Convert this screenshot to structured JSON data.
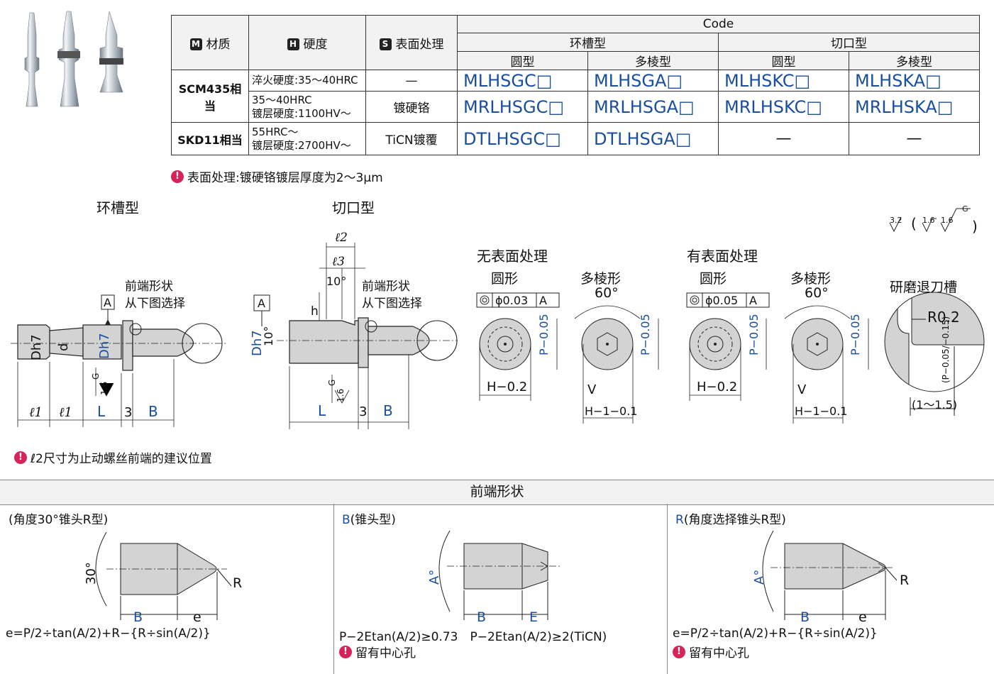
{
  "table": {
    "head_material": "材质",
    "head_hardness": "硬度",
    "head_surface": "表面处理",
    "badge_m": "M",
    "badge_h": "H",
    "badge_s": "S",
    "head_code": "Code",
    "group_1": "环槽型",
    "group_2": "切口型",
    "sub_round": "圆型",
    "sub_poly": "多棱型",
    "rows": [
      {
        "material": "SCM435相当",
        "hardness": "淬火硬度:35～40HRC",
        "surface": "—",
        "codes": [
          "MLHSGC□",
          "MLHSGA□",
          "MLHSKC□",
          "MLHSKA□"
        ]
      },
      {
        "hardness": "35～40HRC\n镀层硬度:1100HV～",
        "surface": "镀硬铬",
        "codes": [
          "MRLHSGC□",
          "MRLHSGA□",
          "MRLHSKC□",
          "MRLHSKA□"
        ]
      },
      {
        "material": "SKD11相当",
        "hardness": "55HRC～\n镀层硬度:2700HV～",
        "surface": "TiCN镀覆",
        "codes": [
          "DTLHSGC□",
          "DTLHSGA□",
          "—",
          "—"
        ]
      }
    ]
  },
  "note_surface": "表面处理:镀硬铬镀层厚度为2～3μm",
  "drawing": {
    "title_groove": "环槽型",
    "title_cut": "切口型",
    "tip_shape_label": "前端形状",
    "tip_shape_select": "从下图选择",
    "no_surface": "无表面处理",
    "with_surface": "有表面处理",
    "round_shape": "圆形",
    "poly_shape": "多棱形",
    "angle_60": "60°",
    "grinding": "研磨退刀槽",
    "r02": "R0.2",
    "range": "(1～1.5)",
    "tol_003": "ϕ0.03",
    "tol_005": "ϕ0.05",
    "datum_a": "A",
    "dim_l1": "ℓ1",
    "dim_l2": "ℓ2",
    "dim_l3": "ℓ3",
    "dim_L": "L",
    "dim_3": "3",
    "dim_B": "B",
    "dim_d": "d",
    "dim_Dh7": "Dh7",
    "dim_h": "h",
    "dim_10": "10°",
    "dim_H": "H−0.2",
    "dim_V": "V",
    "dim_H1": "H−1−0.1",
    "dim_P": "P−0.05",
    "surf_a": "3.2",
    "surf_b": "1.6",
    "surf_g": "G",
    "p_tol": "(P−0.05/−0.15)"
  },
  "note_l2": "ℓ2尺寸为止动螺丝前端的建议位置",
  "tip_section": {
    "header": "前端形状",
    "panels": [
      {
        "prefix": "",
        "title": "(角度30°锥头R型)",
        "formula": "e=P/2÷tan(A/2)+R−{R÷sin(A/2)}",
        "note": "",
        "angle": "30°",
        "b": "B",
        "e": "e",
        "r": "R"
      },
      {
        "prefix": "B",
        "title": "(锥头型)",
        "formula": "P−2Etan(A/2)≥0.73　P−2Etan(A/2)≥2(TiCN)",
        "note": "留有中心孔",
        "angle": "A°",
        "b": "B",
        "e": "E",
        "r": ""
      },
      {
        "prefix": "R",
        "title": "(角度选择锥头R型)",
        "formula": "e=P/2÷tan(A/2)+R−{R÷sin(A/2)}",
        "note": "留有中心孔",
        "angle": "A°",
        "b": "B",
        "e": "e",
        "r": "R"
      }
    ]
  },
  "colors": {
    "accent": "#1a4fa0",
    "warn": "#d6245a",
    "steel": "#cfcfcf",
    "header_bg": "#f2f2f2"
  }
}
